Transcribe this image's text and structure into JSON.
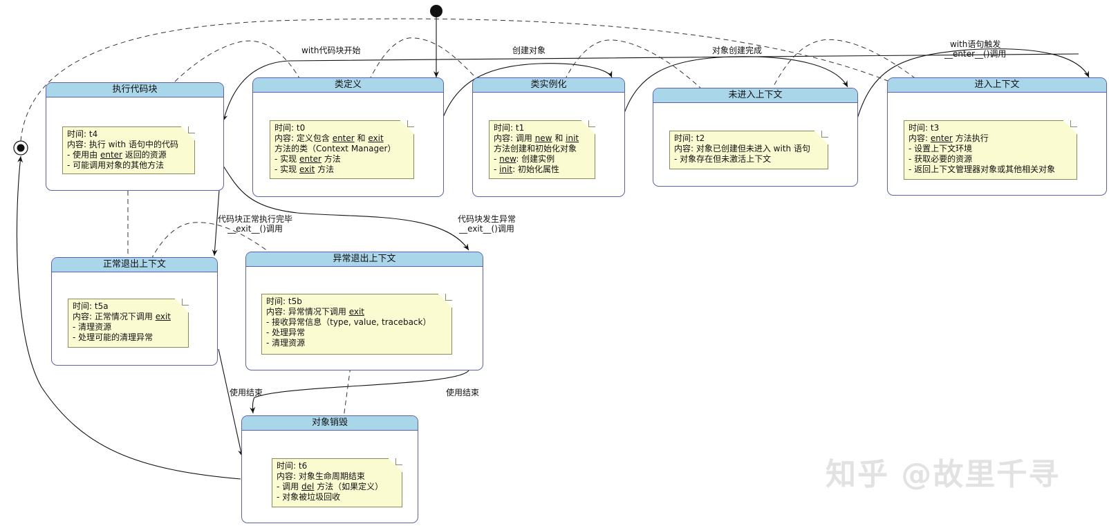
{
  "states": {
    "exec": "执行代码块",
    "classdef": "类定义",
    "inst": "类实例化",
    "not_entered": "未进入上下文",
    "entered": "进入上下文",
    "normal_exit": "正常退出上下文",
    "exc_exit": "异常退出上下文",
    "destroy": "对象销毁"
  },
  "notes": {
    "t4": {
      "time": "时间: t4",
      "l1": "内容: 执行 with 语句中的代码",
      "l2a": "- 使用由 ",
      "l2u": "enter",
      "l2b": " 返回的资源",
      "l3": "- 可能调用对象的其他方法"
    },
    "t0": {
      "time": "时间: t0",
      "l1a": "内容: 定义包含 ",
      "l1u1": "enter",
      "l1m": " 和 ",
      "l1u2": "exit",
      "l2": "方法的类（Context Manager）",
      "l3a": "- 实现 ",
      "l3u": "enter",
      "l3b": " 方法",
      "l4a": "- 实现 ",
      "l4u": "exit",
      "l4b": " 方法"
    },
    "t1": {
      "time": "时间: t1",
      "l1a": "内容: 调用 ",
      "l1u1": "new",
      "l1m": " 和 ",
      "l1u2": "init",
      "l2": "方法创建和初始化对象",
      "l3a": "- ",
      "l3u": "new",
      "l3b": ": 创建实例",
      "l4a": "- ",
      "l4u": "init",
      "l4b": ": 初始化属性"
    },
    "t2": {
      "time": "时间: t2",
      "l1": "内容: 对象已创建但未进入 with 语句",
      "l2": "- 对象存在但未激活上下文"
    },
    "t3": {
      "time": "时间: t3",
      "l1a": "内容: ",
      "l1u": "enter",
      "l1b": " 方法执行",
      "l2": "- 设置上下文环境",
      "l3": "- 获取必要的资源",
      "l4": "- 返回上下文管理器对象或其他相关对象"
    },
    "t5a": {
      "time": "时间: t5a",
      "l1a": "内容: 正常情况下调用 ",
      "l1u": "exit",
      "l2": "- 清理资源",
      "l3": "- 处理可能的清理异常"
    },
    "t5b": {
      "time": "时间: t5b",
      "l1a": "内容: 异常情况下调用 ",
      "l1u": "exit",
      "l2": "- 接收异常信息（type, value, traceback）",
      "l3": "- 处理异常",
      "l4": "- 清理资源"
    },
    "t6": {
      "time": "时间: t6",
      "l1": "内容: 对象生命周期结束",
      "l2a": "- 调用 ",
      "l2u": "del",
      "l2b": " 方法（如果定义）",
      "l3": "- 对象被垃圾回收"
    }
  },
  "edges": {
    "with_start": "with代码块开始",
    "create_obj": "创建对象",
    "obj_created": "对象创建完成",
    "with_trigger_1": "with语句触发",
    "with_trigger_2": "__enter__()调用",
    "normal_done_1": "代码块正常执行完毕",
    "normal_done_2": "__exit__()调用",
    "exc_1": "代码块发生异常",
    "exc_2": "__exit__()调用",
    "end_left": "使用结束",
    "end_right": "使用结束"
  },
  "watermark": "知乎 @故里千寻"
}
